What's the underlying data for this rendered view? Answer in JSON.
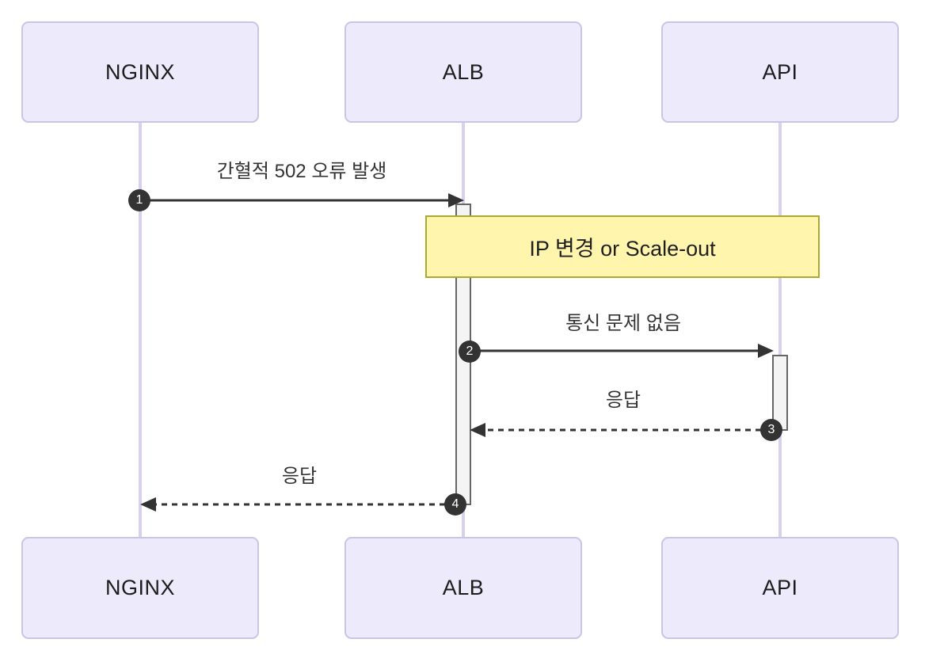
{
  "diagram": {
    "type": "sequence-diagram",
    "actors": [
      {
        "id": "nginx",
        "name": "NGINX"
      },
      {
        "id": "alb",
        "name": "ALB"
      },
      {
        "id": "api",
        "name": "API"
      }
    ],
    "messages": [
      {
        "seq": "1",
        "from": "NGINX",
        "to": "ALB",
        "text": "간혈적 502 오류 발생",
        "line": "solid",
        "direction": "right"
      },
      {
        "seq": "2",
        "from": "ALB",
        "to": "API",
        "text": "통신 문제 없음",
        "line": "solid",
        "direction": "right"
      },
      {
        "seq": "3",
        "from": "API",
        "to": "ALB",
        "text": "응답",
        "line": "dashed",
        "direction": "left"
      },
      {
        "seq": "4",
        "from": "ALB",
        "to": "NGINX",
        "text": "응답",
        "line": "dashed",
        "direction": "left"
      }
    ],
    "note": {
      "text": "IP 변경 or Scale-out",
      "over": "ALB,API"
    },
    "activations": [
      {
        "actor": "ALB",
        "from_seq": "1",
        "to_seq": "4"
      },
      {
        "actor": "API",
        "from_seq": "2",
        "to_seq": "3"
      }
    ],
    "colors": {
      "actor_fill": "#eceafb",
      "actor_border": "#cbc3e8",
      "lifeline": "#d9d0ee",
      "note_fill": "#fff5ad",
      "note_border": "#aaaa33",
      "activation_fill": "#f4f4f4",
      "activation_border": "#666666",
      "arrow": "#333333",
      "seq_circle_fill": "#333333",
      "seq_circle_text": "#ffffff",
      "background": "#ffffff"
    }
  }
}
